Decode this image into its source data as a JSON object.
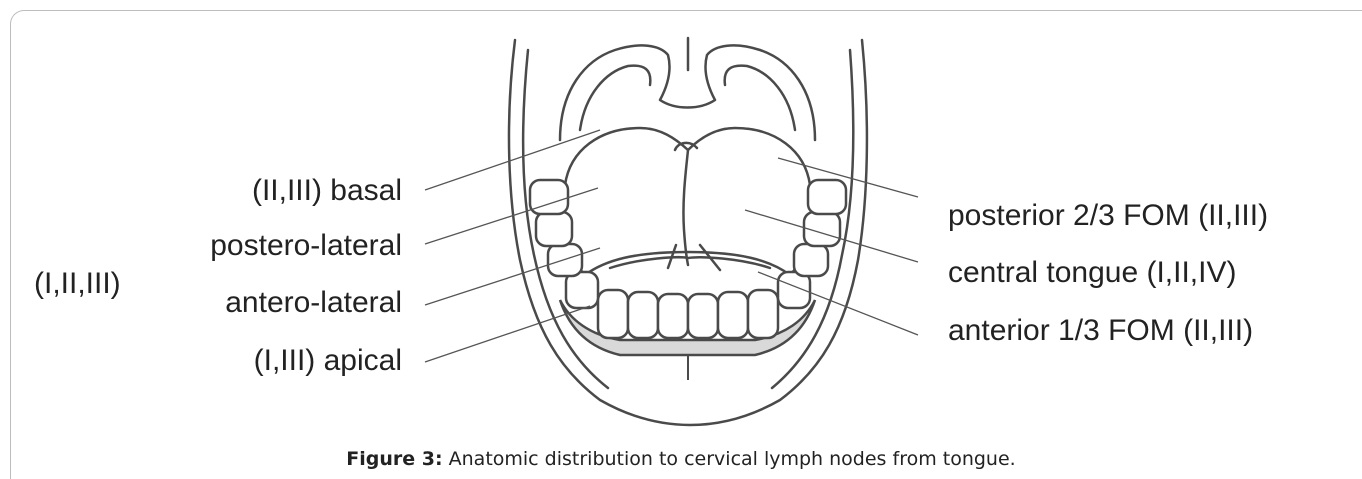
{
  "labels": {
    "left_group": "(I,II,III)",
    "basal": "(II,III) basal",
    "postero_lateral": "postero-lateral",
    "antero_lateral": "antero-lateral",
    "apical": "(I,III) apical",
    "posterior_fom": "posterior 2/3 FOM (II,III)",
    "central_tongue": "central tongue (I,II,IV)",
    "anterior_fom": "anterior 1/3 FOM (II,III)"
  },
  "caption": {
    "prefix": "Figure 3:",
    "text": " Anatomic distribution to cervical lymph nodes from tongue."
  },
  "colors": {
    "line": "#555555",
    "stroke": "#4a4a4a",
    "teeth_fill": "#d9d9d9",
    "text": "#222222"
  }
}
